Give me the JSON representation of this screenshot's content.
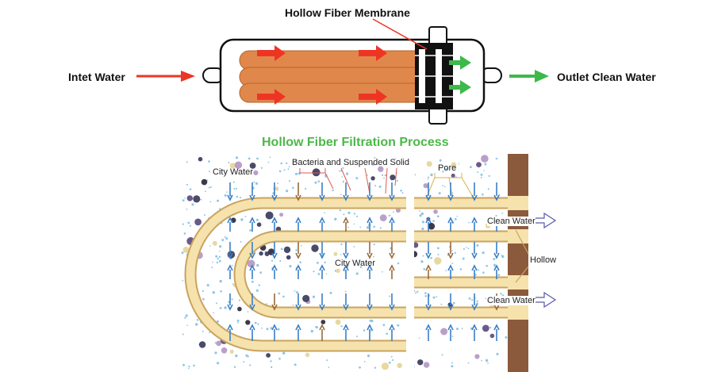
{
  "top": {
    "membrane_label": "Hollow Fiber Membrane",
    "inlet_label": "Intet Water",
    "outlet_label": "Outlet Clean Water"
  },
  "process_title": "Hollow Fiber Filtration Process",
  "bottom": {
    "city_water_label_1": "City Water",
    "bacteria_label": "Bacteria and Suspended Solid",
    "pore_label": "Pore",
    "city_water_label_2": "City Water",
    "clean_water_label_1": "Clean Water",
    "clean_water_label_2": "Clean Water",
    "hollow_label": "Hollow"
  },
  "colors": {
    "fiber_orange": "#e0884c",
    "inlet_arrow": "#ee3524",
    "outlet_arrow": "#3cb94a",
    "title_green": "#4cb848",
    "tube_fill": "#f6e2ac",
    "tube_stroke": "#c9a45f",
    "wall_brown": "#8b5a3c",
    "flow_blue": "#3b7fc4",
    "particle_brown": "#9a6a3a"
  }
}
